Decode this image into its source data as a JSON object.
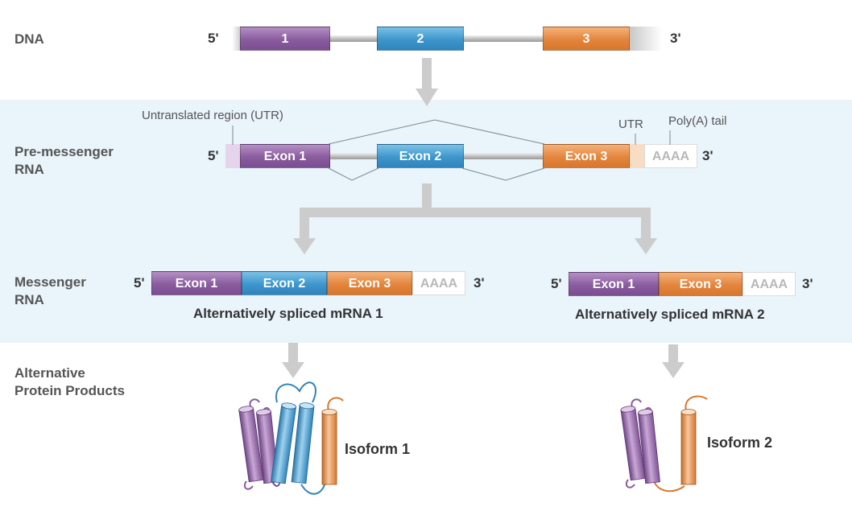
{
  "rows": {
    "dna": "DNA",
    "pre_mrna": "Pre-messenger\nRNA",
    "mrna": "Messenger\nRNA",
    "proteins": "Alternative\nProtein Products"
  },
  "ends": {
    "five": "5'",
    "three": "3'"
  },
  "dna_exons": [
    "1",
    "2",
    "3"
  ],
  "pre_mrna": {
    "exons": [
      "Exon 1",
      "Exon 2",
      "Exon 3"
    ],
    "polya": "AAAA",
    "utr_label": "Untranslated region (UTR)",
    "utr_short": "UTR",
    "polya_label": "Poly(A) tail"
  },
  "mrna1": {
    "exons": [
      "Exon 1",
      "Exon 2",
      "Exon 3"
    ],
    "polya": "AAAA",
    "caption": "Alternatively spliced mRNA 1"
  },
  "mrna2": {
    "exons": [
      "Exon 1",
      "Exon 3"
    ],
    "polya": "AAAA",
    "caption": "Alternatively spliced mRNA 2"
  },
  "isoforms": [
    "Isoform 1",
    "Isoform 2"
  ],
  "colors": {
    "purple": "#8a5c9f",
    "blue": "#3d96cc",
    "orange": "#e3853d",
    "band": "#e9f4fb",
    "arrow": "#cccccc"
  }
}
